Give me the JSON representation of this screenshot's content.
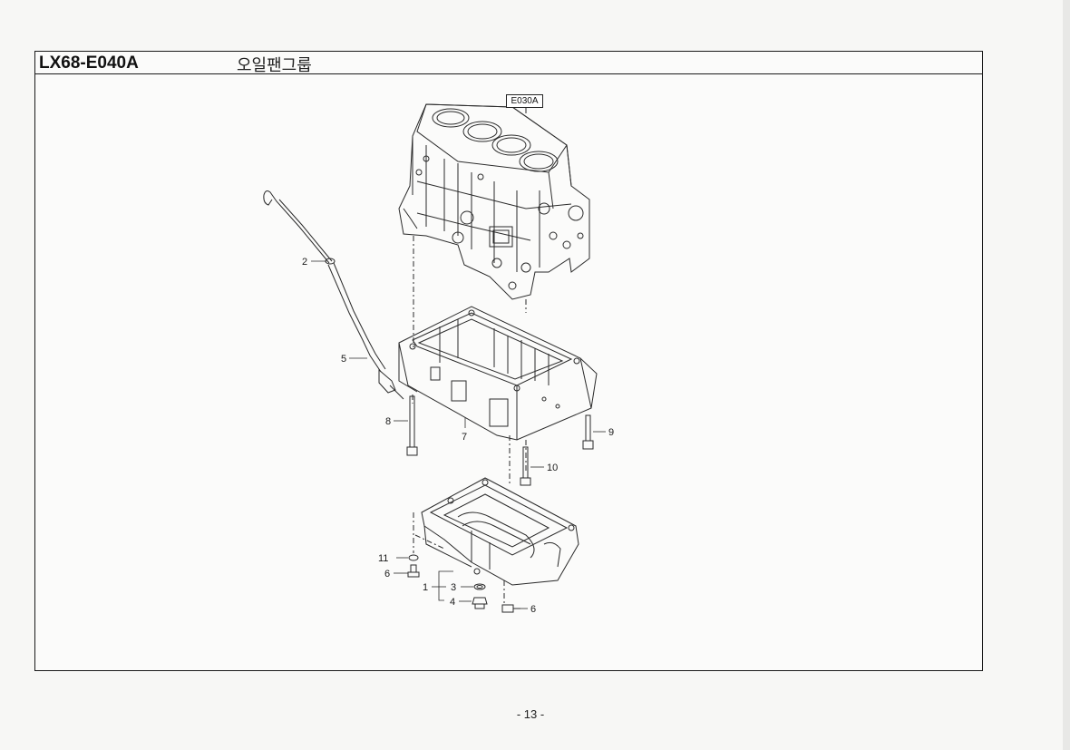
{
  "header": {
    "group_code": "LX68-E040A",
    "group_name": "오일팬그룹"
  },
  "reference_tag": "E030A",
  "callouts": {
    "c1": "1",
    "c2": "2",
    "c3": "3",
    "c4": "4",
    "c5": "5",
    "c6a": "6",
    "c6b": "6",
    "c7": "7",
    "c8": "8",
    "c9": "9",
    "c10": "10",
    "c11": "11"
  },
  "footer": {
    "page_number": "- 13 -"
  }
}
